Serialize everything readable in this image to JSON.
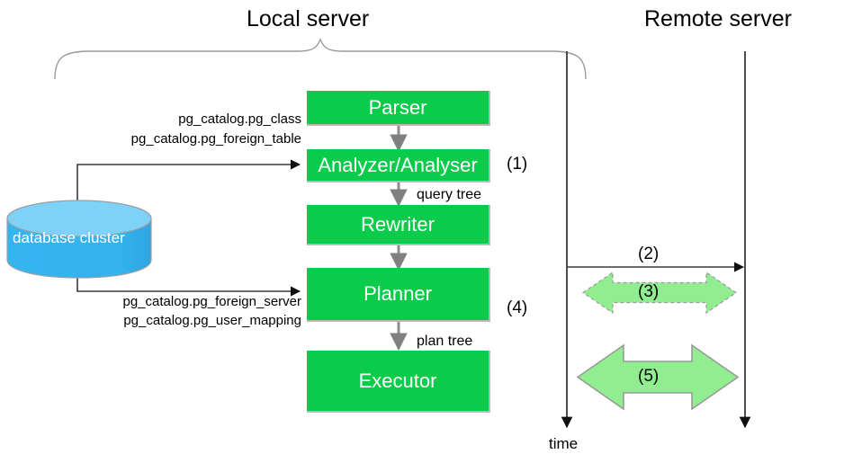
{
  "diagram": {
    "titles": {
      "local": "Local server",
      "remote": "Remote server"
    },
    "stages": [
      {
        "label": "Parser",
        "name": "parser"
      },
      {
        "label": "Analyzer/Analyser",
        "name": "analyzer"
      },
      {
        "label": "Rewriter",
        "name": "rewriter"
      },
      {
        "label": "Planner",
        "name": "planner"
      },
      {
        "label": "Executor",
        "name": "executor"
      }
    ],
    "edge_labels": {
      "query_tree": "query tree",
      "plan_tree": "plan tree"
    },
    "step_numbers": {
      "one": "(1)",
      "two": "(2)",
      "three": "(3)",
      "four": "(4)",
      "five": "(5)"
    },
    "catalogs": {
      "upper_line1": "pg_catalog.pg_class",
      "upper_line2": "pg_catalog.pg_foreign_table",
      "lower_line1": "pg_catalog.pg_foreign_server",
      "lower_line2": "pg_catalog.pg_user_mapping"
    },
    "storage": {
      "label": "database cluster"
    },
    "axis": {
      "time_label": "time"
    },
    "colors": {
      "stage_green": "#0ACC4A",
      "arrow_green": "#90EE90",
      "cylinder_blue": "#35B5F0",
      "cylinder_top_blue": "#7FD2F7",
      "line_gray": "#555555",
      "text_black": "#000000",
      "text_white": "#ffffff"
    }
  }
}
